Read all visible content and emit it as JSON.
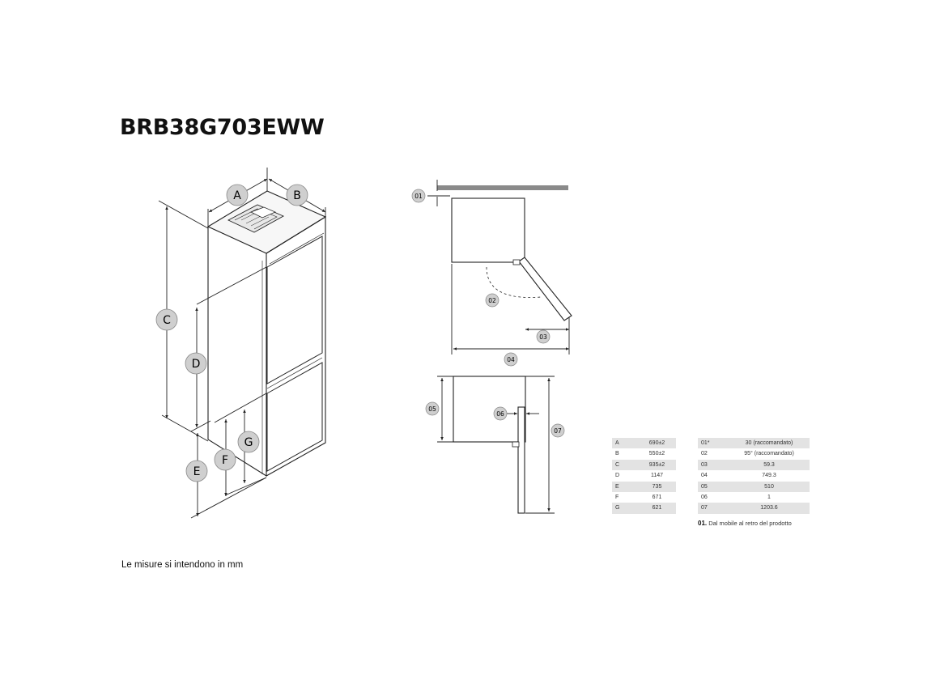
{
  "title": "BRB38G703EWW",
  "units_note": "Le misure si intendono in mm",
  "side_view_labels": [
    "A",
    "B",
    "C",
    "D",
    "E",
    "F",
    "G"
  ],
  "top_view_labels": [
    "01",
    "02",
    "03",
    "04",
    "05",
    "06",
    "07"
  ],
  "dimensions_left": [
    {
      "key": "A",
      "value": "690±2"
    },
    {
      "key": "B",
      "value": "550±2"
    },
    {
      "key": "C",
      "value": "935±2"
    },
    {
      "key": "D",
      "value": "1147"
    },
    {
      "key": "E",
      "value": "735"
    },
    {
      "key": "F",
      "value": "671"
    },
    {
      "key": "G",
      "value": "621"
    }
  ],
  "dimensions_right": [
    {
      "key": "01*",
      "value": "30 (raccomandato)"
    },
    {
      "key": "02",
      "value": "95° (raccomandato)"
    },
    {
      "key": "03",
      "value": "59.3"
    },
    {
      "key": "04",
      "value": "749.3"
    },
    {
      "key": "05",
      "value": "510"
    },
    {
      "key": "06",
      "value": "1"
    },
    {
      "key": "07",
      "value": "1203.6"
    }
  ],
  "footnote": {
    "marker": "01.",
    "text": "Dal mobile al retro del prodotto"
  },
  "colors": {
    "bubble": "#cfcfcf",
    "line": "#222222",
    "wall": "#8a8a8a"
  }
}
